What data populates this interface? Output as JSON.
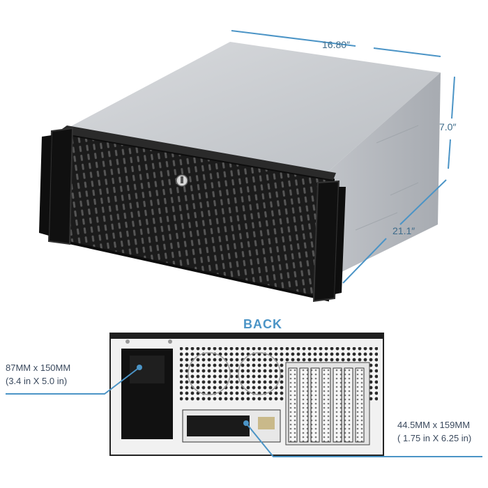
{
  "dimensions": {
    "width": "16.80″",
    "height": "7.0″",
    "depth": "21.1″"
  },
  "back_view": {
    "title": "BACK",
    "psu_opening": {
      "metric": "87MM x 150MM",
      "imperial": "(3.4 in  X 5.0 in)"
    },
    "drive_opening": {
      "metric": "44.5MM x 159MM",
      "imperial": "( 1.75 in  X 6.25 in)"
    }
  },
  "colors": {
    "dimension_line": "#4b94c6",
    "chassis_top": "#c9ccd1",
    "bezel": "#1a1a1a",
    "back_panel": "#f2f2f2"
  }
}
